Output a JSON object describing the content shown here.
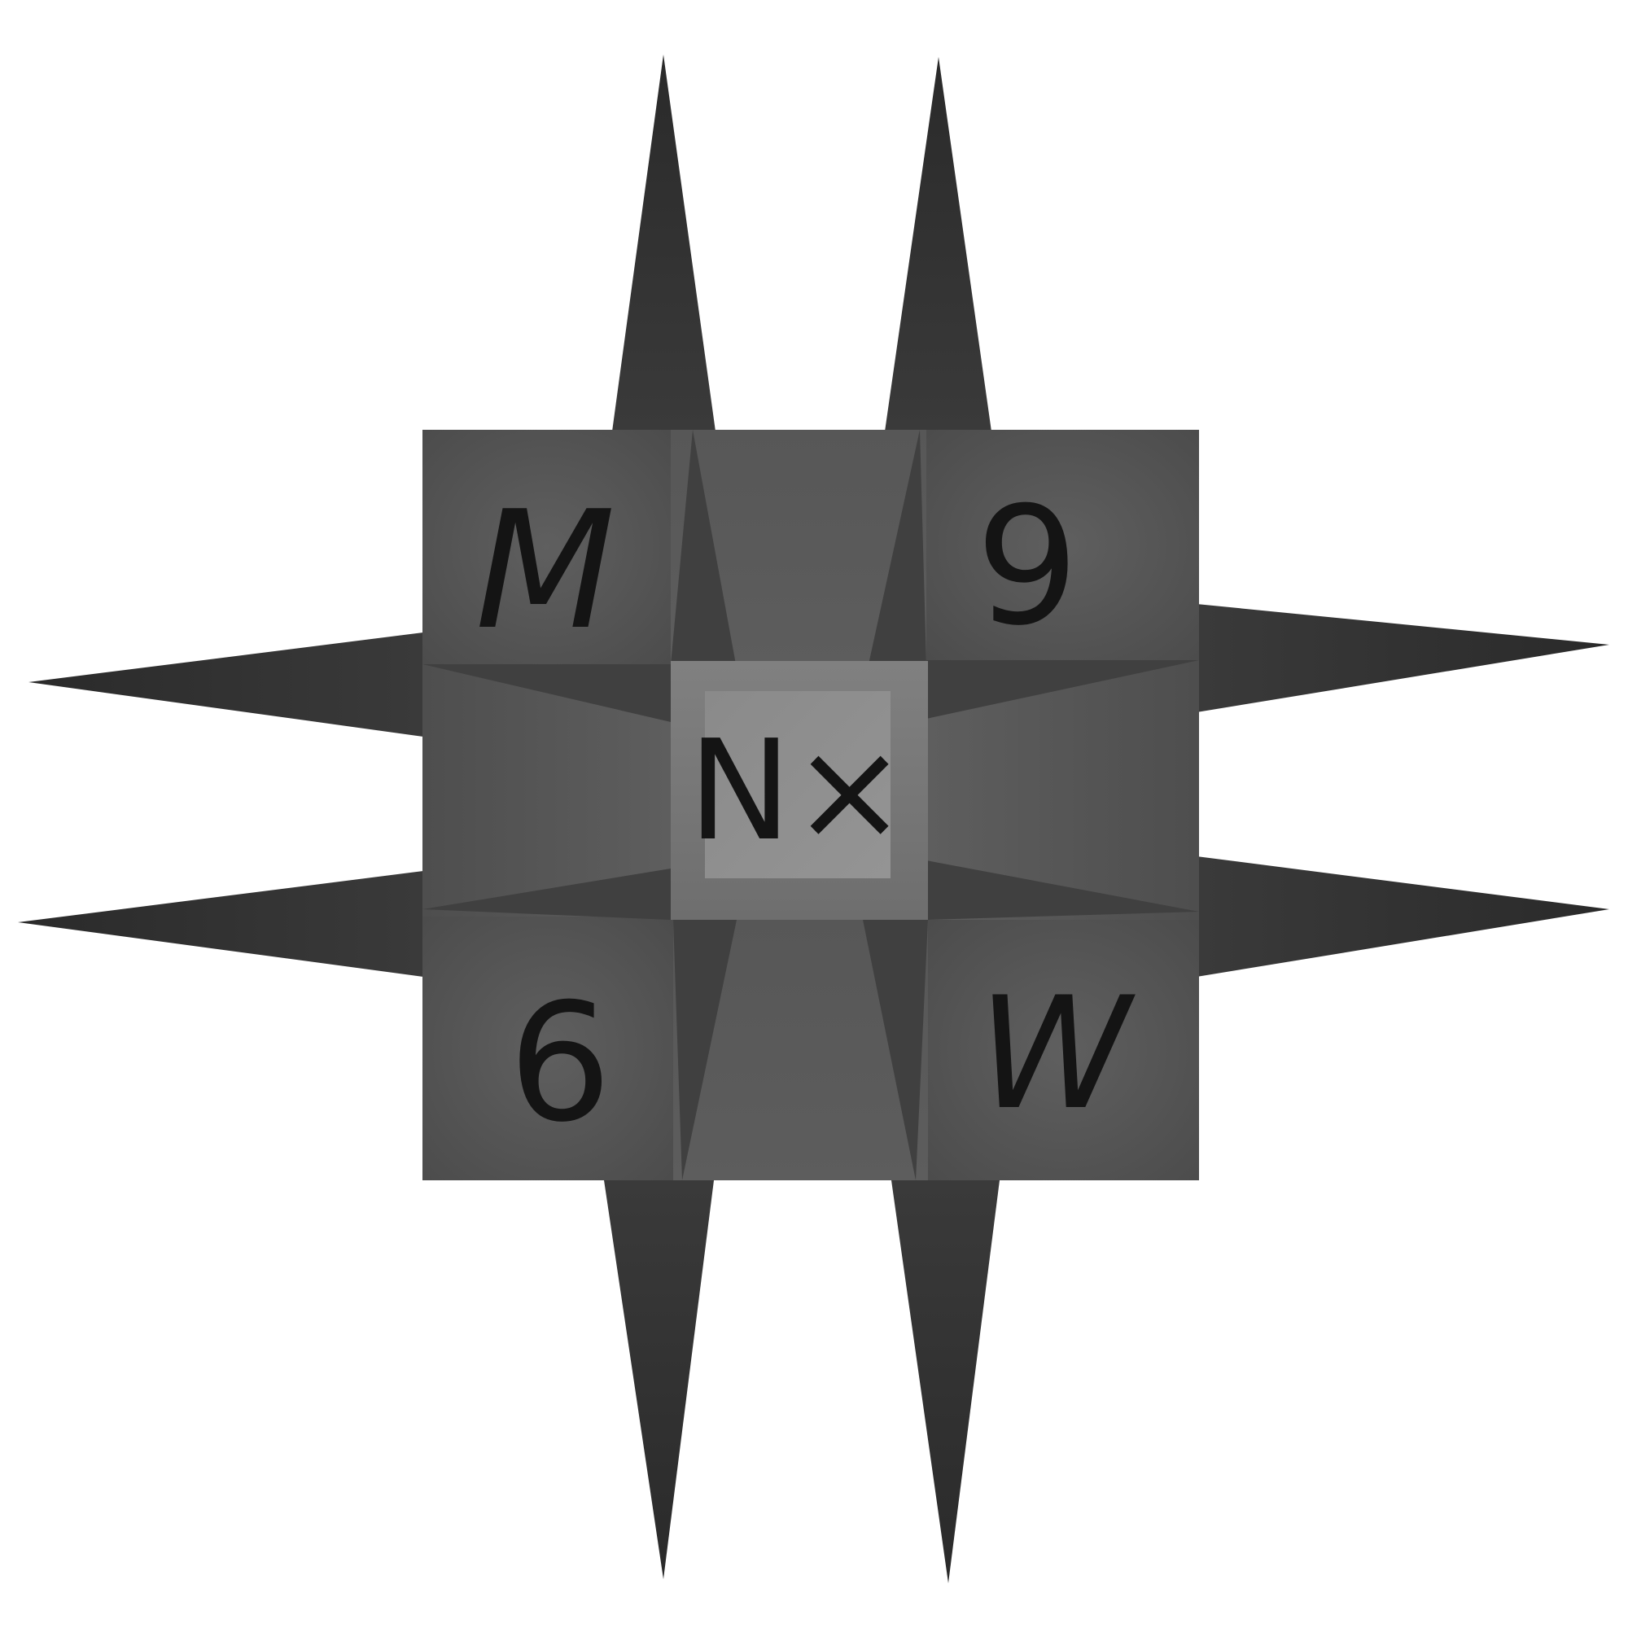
{
  "figure": {
    "description_free": true,
    "colors": {
      "background": "#ffffff",
      "spike": "#2b2b2b",
      "panel_dark": "#4a4a4a",
      "panel_mid": "#5c5c5c",
      "triangle": "#404040",
      "center_frame": "#7a7a7a",
      "center_face": "#8e8e8e",
      "ink": "#141414"
    },
    "labels": {
      "top_left": "M",
      "top_right": "9",
      "bottom_left": "6",
      "bottom_right": "W",
      "center": "N×"
    }
  }
}
